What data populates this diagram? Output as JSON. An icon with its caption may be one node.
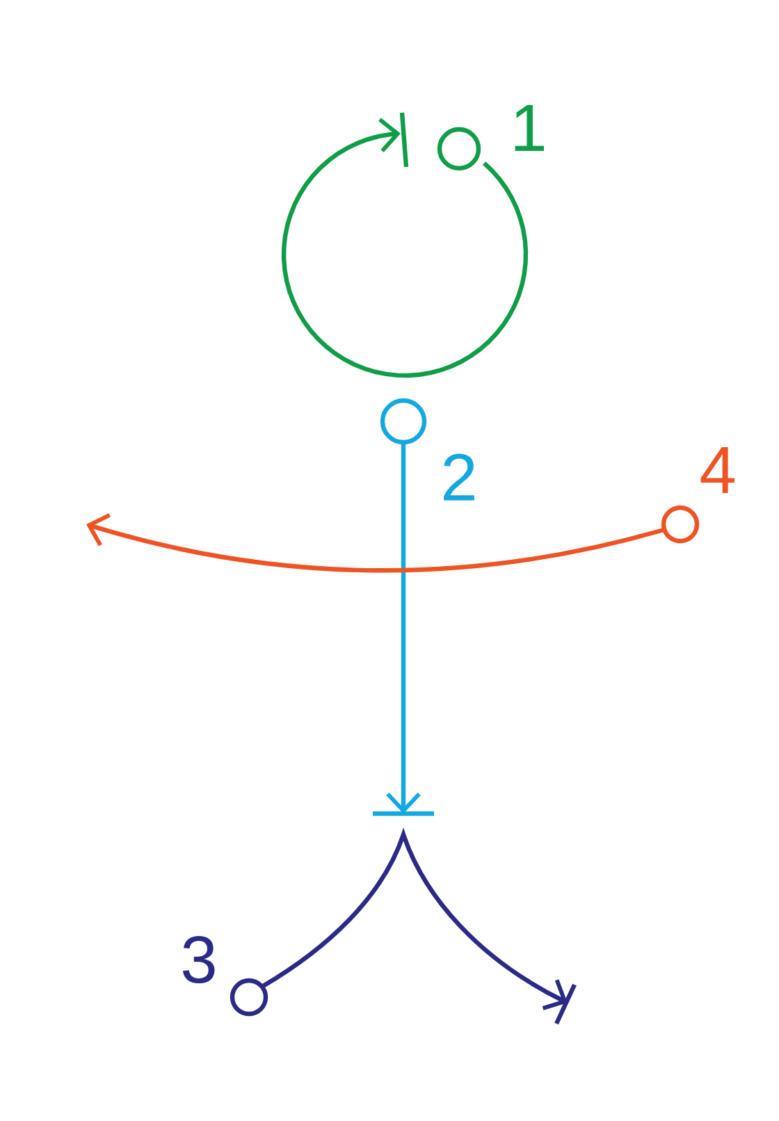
{
  "diagram": {
    "labels": [
      "1",
      "2",
      "4",
      "3"
    ]
  }
}
